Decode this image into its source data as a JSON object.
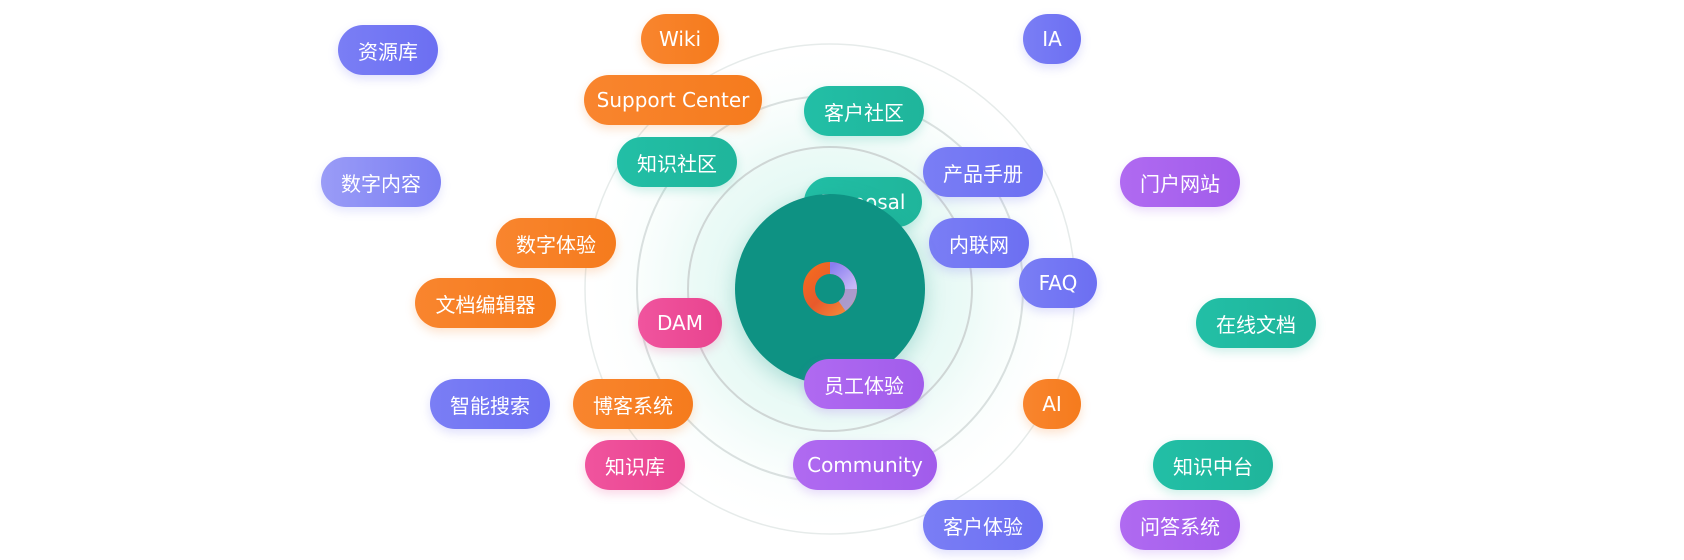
{
  "colors": {
    "orange": "#f57b1d",
    "teal": "#1fb59b",
    "indigo": "#6c6ff2",
    "purple": "#a15ceb",
    "pink": "#e9448f",
    "hub": "#0e9283"
  },
  "hub": {
    "logo_icon": "ring-logo-icon"
  },
  "tags": {
    "ziyuanku": "资源库",
    "wiki": "Wiki",
    "ia": "IA",
    "support_center": "Support Center",
    "kehu_shequ": "客户社区",
    "zhishi_shequ": "知识社区",
    "chanpin_shouce": "产品手册",
    "shuzi_neirong": "数字内容",
    "menhu_wangzhan": "门户网站",
    "proposal": "Proposal",
    "shuzi_tiyan": "数字体验",
    "neilianwang": "内联网",
    "faq": "FAQ",
    "wendang_bianjiqi": "文档编辑器",
    "dam": "DAM",
    "zaixian_wendang": "在线文档",
    "zhineng_sousuo": "智能搜索",
    "boke_xitong": "博客系统",
    "yuangong_tiyan": "员工体验",
    "ai": "AI",
    "zhishiku": "知识库",
    "community": "Community",
    "zhishi_zhongtai": "知识中台",
    "kehu_tiyan": "客户体验",
    "wenda_xitong": "问答系统"
  }
}
